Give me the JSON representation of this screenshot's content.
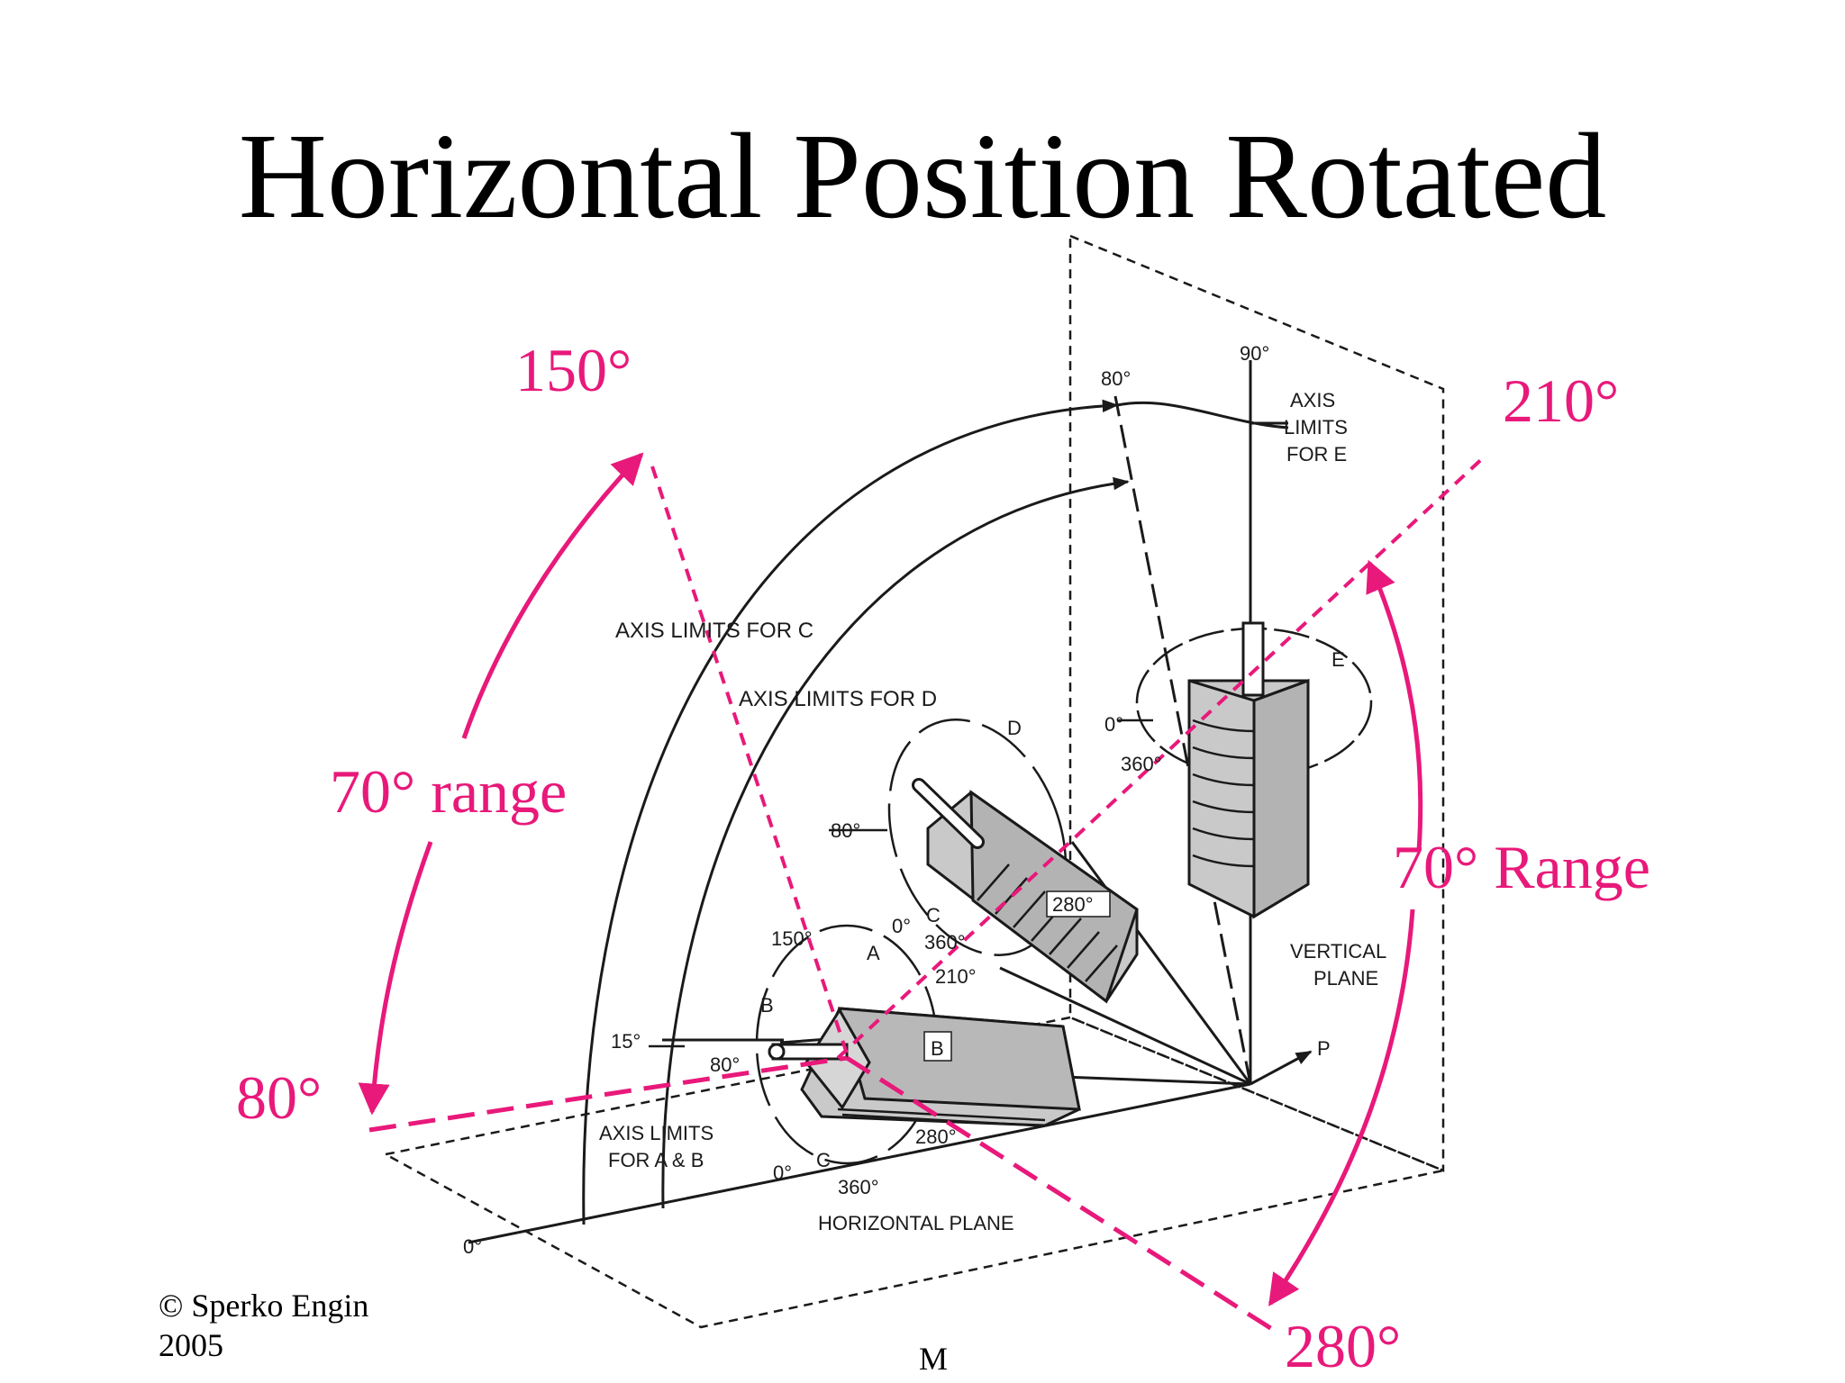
{
  "slide": {
    "title": "Horizontal Position Rotated",
    "footer_line1": "© Sperko Engin",
    "footer_line2": "2005",
    "footer_fragment": "M"
  },
  "annotations": {
    "angle_150": "150°",
    "angle_210": "210°",
    "angle_80": "80°",
    "angle_280": "280°",
    "range_left": "70° range",
    "range_right": "70° Range"
  },
  "diagram_labels": {
    "axis_limits_c": "AXIS LIMITS FOR C",
    "axis_limits_d": "AXIS LIMITS FOR D",
    "axis_limits_e_1": "AXIS",
    "axis_limits_e_2": "LIMITS",
    "axis_limits_e_3": "FOR E",
    "axis_limits_ab_1": "AXIS LIMITS",
    "axis_limits_ab_2": "FOR A & B",
    "vertical_plane_1": "VERTICAL",
    "vertical_plane_2": "PLANE",
    "horizontal_plane": "HORIZONTAL PLANE",
    "deg_90": "90°",
    "deg_80_top": "80°",
    "deg_0_e": "0°",
    "deg_360_e": "360°",
    "letter_e": "E",
    "letter_d": "D",
    "deg_80_d": "80°",
    "deg_280_d": "280°",
    "letter_c_d": "C",
    "deg_0_c": "0°",
    "deg_360_c": "360°",
    "deg_150": "150°",
    "letter_a": "A",
    "deg_210": "210°",
    "letter_b_left": "B",
    "letter_b_box": "B",
    "deg_15": "15°",
    "deg_80_b": "80°",
    "deg_0_ab": "0°",
    "letter_c_ab": "C",
    "deg_280_ab": "280°",
    "deg_360_ab": "360°",
    "deg_0_base": "0°",
    "letter_p": "P"
  },
  "colors": {
    "annotation": "#e8197a",
    "specimen_fill": "#c9c9c9",
    "line": "#1a1a1a"
  }
}
